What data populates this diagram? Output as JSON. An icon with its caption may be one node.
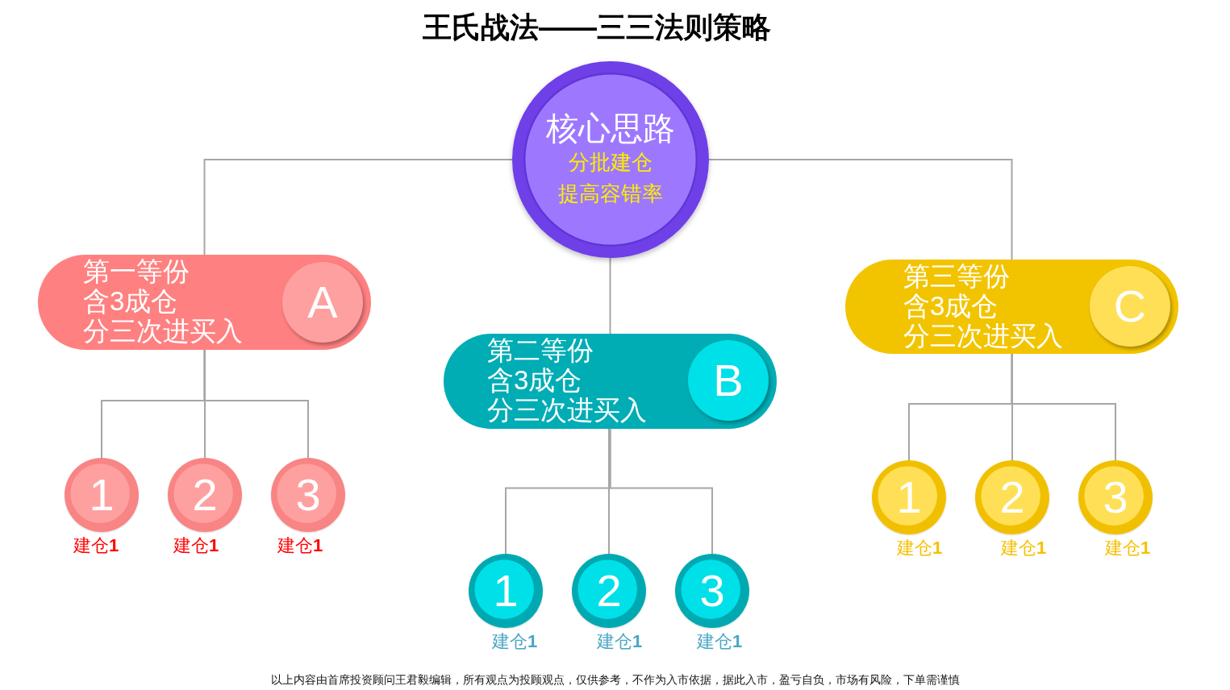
{
  "diagram": {
    "title": "王氏战法——三三法则策略",
    "nodes": [
      {
        "text": [
          "核心思路",
          "分批建仓",
          "提高容错率"
        ]
      },
      {
        "text": [
          "第一等份",
          "含3成仓",
          "分三次进买入"
        ]
      },
      {
        "text": [
          "A"
        ],
        "in": 1
      },
      {
        "text": [
          "第二等份",
          "含3成仓",
          "分三次进买入"
        ]
      },
      {
        "text": [
          "B"
        ],
        "in": 3
      },
      {
        "text": [
          "第三等份",
          "含3成仓",
          "分三次进买入"
        ]
      },
      {
        "text": [
          "C"
        ],
        "in": 5
      },
      {
        "text": [
          "1"
        ],
        "beside": [
          "建仓**1**"
        ]
      },
      {
        "text": [
          "2"
        ],
        "beside": [
          "建仓**1**"
        ]
      },
      {
        "text": [
          "3"
        ],
        "beside": [
          "建仓**1**"
        ]
      },
      {
        "text": [
          "1"
        ],
        "beside": [
          "建仓**1**"
        ]
      },
      {
        "text": [
          "2"
        ],
        "beside": [
          "建仓**1**"
        ]
      },
      {
        "text": [
          "3"
        ],
        "beside": [
          "建仓**1**"
        ]
      },
      {
        "text": [
          "1"
        ],
        "beside": [
          "建仓**1**"
        ]
      },
      {
        "text": [
          "2"
        ],
        "beside": [
          "建仓**1**"
        ]
      },
      {
        "text": [
          "3"
        ],
        "beside": [
          "建仓**1**"
        ]
      }
    ],
    "edges": [
      {
        "from": 0,
        "to": 1,
        "arrow": "none"
      },
      {
        "from": 0,
        "to": 3,
        "arrow": "none"
      },
      {
        "from": 0,
        "to": 5,
        "arrow": "none"
      },
      {
        "from": 1,
        "to": 7,
        "arrow": "none"
      },
      {
        "from": 1,
        "to": 8,
        "arrow": "none"
      },
      {
        "from": 1,
        "to": 9,
        "arrow": "none"
      },
      {
        "from": 3,
        "to": 10,
        "arrow": "none"
      },
      {
        "from": 3,
        "to": 11,
        "arrow": "none"
      },
      {
        "from": 3,
        "to": 12,
        "arrow": "none"
      },
      {
        "from": 5,
        "to": 13,
        "arrow": "none"
      },
      {
        "from": 5,
        "to": 14,
        "arrow": "none"
      },
      {
        "from": 5,
        "to": 15,
        "arrow": "none"
      }
    ],
    "labels": [
      "以上内容由首席投资顾问王君毅编辑，所有观点为投顾观点，仅供参考，不作为入市依据，据此入市，盈亏自负，市场有风险，下单需谨慎"
    ]
  }
}
